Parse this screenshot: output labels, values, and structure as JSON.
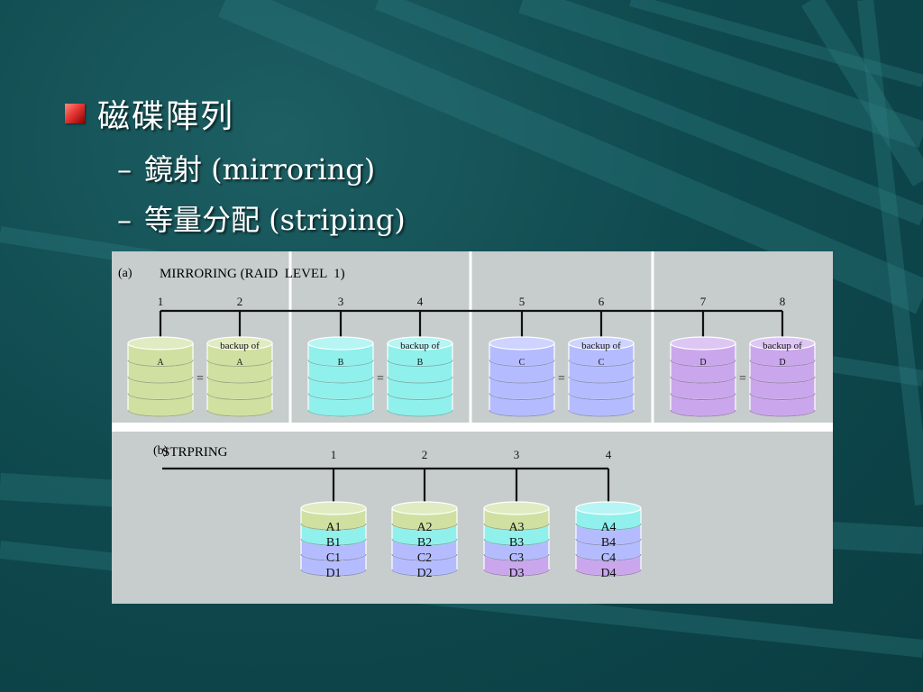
{
  "slide": {
    "title": "磁碟陣列",
    "sub_items": [
      {
        "dash": "–",
        "text": "鏡射 (mirroring)"
      },
      {
        "dash": "–",
        "text": "等量分配 (striping)"
      }
    ]
  },
  "figure": {
    "mirroring": {
      "label": "(a)",
      "title": "MIRRORING (RAID  LEVEL  1)",
      "disk_numbers": [
        "1",
        "2",
        "3",
        "4",
        "5",
        "6",
        "7",
        "8"
      ],
      "pairs": [
        {
          "primary": "A",
          "backup_line1": "backup of",
          "backup_line2": "A",
          "equals": "="
        },
        {
          "primary": "B",
          "backup_line1": "backup of",
          "backup_line2": "B",
          "equals": "="
        },
        {
          "primary": "C",
          "backup_line1": "backup of",
          "backup_line2": "C",
          "equals": "="
        },
        {
          "primary": "D",
          "backup_line1": "backup of",
          "backup_line2": "D",
          "equals": "="
        }
      ]
    },
    "striping": {
      "label": "(b)",
      "title": "STRPRING",
      "disk_numbers": [
        "1",
        "2",
        "3",
        "4"
      ],
      "disks": [
        [
          "A1",
          "B1",
          "C1",
          "D1"
        ],
        [
          "A2",
          "B2",
          "C2",
          "D2"
        ],
        [
          "A3",
          "B3",
          "C3",
          "D3"
        ],
        [
          "A4",
          "B4",
          "C4",
          "D4"
        ]
      ]
    },
    "colors": {
      "panel": "#c6cdcc",
      "A": "#cfe0a0",
      "B": "#8ff0ec",
      "C": "#b4bcff",
      "D": "#caa7ec"
    }
  }
}
